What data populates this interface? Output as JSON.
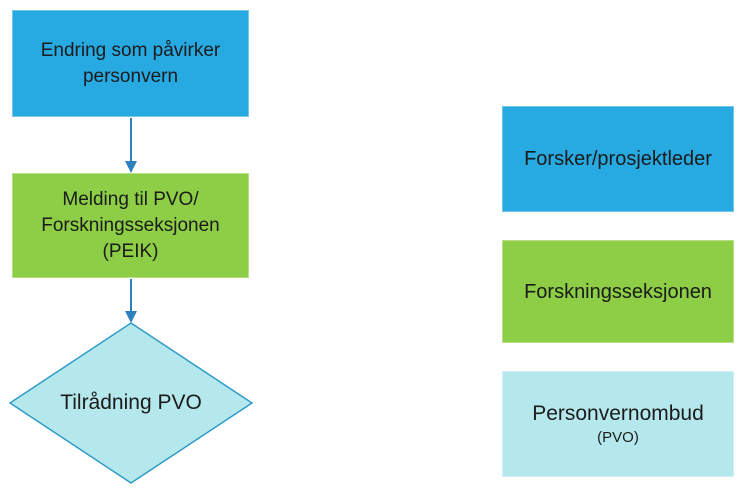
{
  "colors": {
    "blue": "#27A9E1",
    "green": "#8DCE46",
    "cyan": "#B5E8EC",
    "arrow": "#2E80BE",
    "diamondBorder": "#2E9BC8",
    "text": "#1B1B1B"
  },
  "flowchart": {
    "node_change": {
      "label": "Endring som påvirker\npersonvern"
    },
    "node_melding": {
      "label": "Melding til PVO/\nForskningsseksjonen\n(PEIK)"
    },
    "node_tilradning": {
      "label": "Tilrådning PVO"
    }
  },
  "legend": {
    "forsker": {
      "label": "Forsker/prosjektleder"
    },
    "forskningsseksjonen": {
      "label": "Forskningsseksjonen"
    },
    "personvernombud": {
      "label": "Personvernombud",
      "sublabel": "(PVO)"
    }
  }
}
